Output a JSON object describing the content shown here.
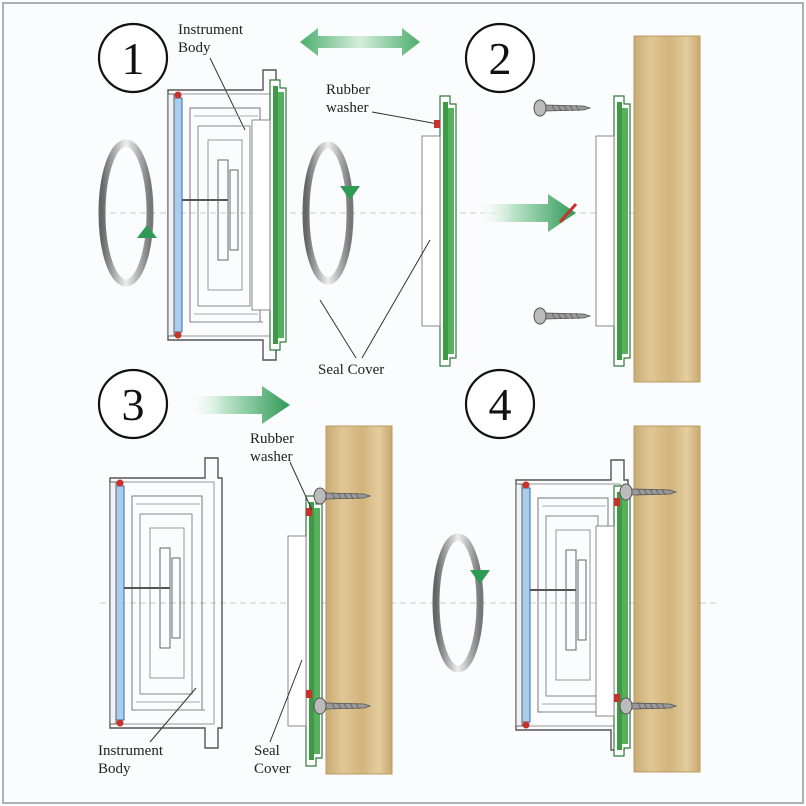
{
  "steps": {
    "s1": "1",
    "s2": "2",
    "s3": "3",
    "s4": "4"
  },
  "labels": {
    "instrument_body_1": "Instrument",
    "instrument_body_2": "Body",
    "rubber_washer_a1": "Rubber",
    "rubber_washer_a2": "washer",
    "seal_cover_top": "Seal Cover",
    "rubber_washer_b1": "Rubber",
    "rubber_washer_b2": "washer",
    "instrument_body_b1": "Instrument",
    "instrument_body_b2": "Body",
    "seal_cover_b1": "Seal",
    "seal_cover_b2": "Cover"
  },
  "colors": {
    "frame": "#a9b0b6",
    "wood": "#d8bd8a",
    "wood_dark": "#b99a62",
    "gauge_blue": "#a9cdee",
    "seal_green": "#3f9a45",
    "washer_red": "#c8322c",
    "arrow_green": "#4cae6e"
  }
}
